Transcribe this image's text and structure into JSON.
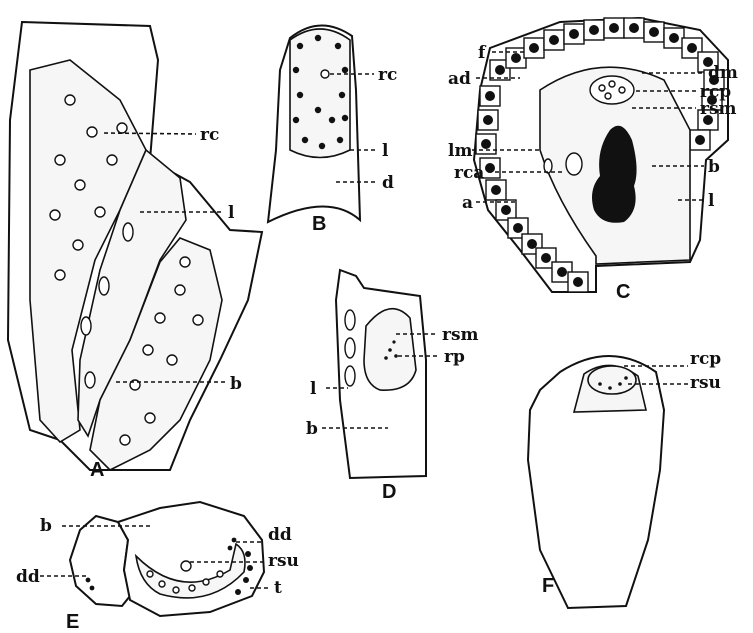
{
  "figure": {
    "panels": {
      "A": {
        "letter": "A",
        "labels": {
          "rc": "rc",
          "l": "l",
          "b": "b"
        }
      },
      "B": {
        "letter": "B",
        "labels": {
          "rc": "rc",
          "l": "l",
          "d": "d"
        }
      },
      "C": {
        "letter": "C",
        "labels": {
          "f": "f",
          "ad": "ad",
          "dm": "dm",
          "rcp": "rcp",
          "rsm": "rsm",
          "lm": "lm",
          "rca": "rca",
          "b": "b",
          "a": "a",
          "l": "l"
        }
      },
      "D": {
        "letter": "D",
        "labels": {
          "rsm": "rsm",
          "rp": "rp",
          "l": "l",
          "b": "b"
        }
      },
      "E": {
        "letter": "E",
        "labels": {
          "b": "b",
          "dd_right": "dd",
          "rsu": "rsu",
          "dd_left": "dd",
          "t": "t"
        }
      },
      "F": {
        "letter": "F",
        "labels": {
          "rcp": "rcp",
          "rsu": "rsu"
        }
      }
    }
  }
}
